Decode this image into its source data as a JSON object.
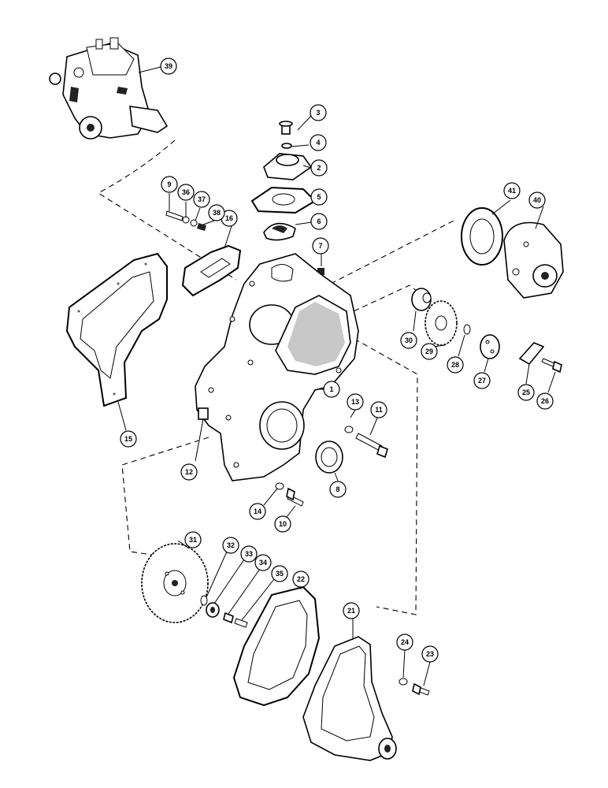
{
  "callouts": [
    {
      "id": "1",
      "label": "1"
    },
    {
      "id": "2",
      "label": "2"
    },
    {
      "id": "3",
      "label": "3"
    },
    {
      "id": "4",
      "label": "4"
    },
    {
      "id": "5",
      "label": "5"
    },
    {
      "id": "6",
      "label": "6"
    },
    {
      "id": "7",
      "label": "7"
    },
    {
      "id": "8",
      "label": "8"
    },
    {
      "id": "9",
      "label": "9"
    },
    {
      "id": "10",
      "label": "10"
    },
    {
      "id": "11",
      "label": "11"
    },
    {
      "id": "12",
      "label": "12"
    },
    {
      "id": "13",
      "label": "13"
    },
    {
      "id": "14",
      "label": "14"
    },
    {
      "id": "15",
      "label": "15"
    },
    {
      "id": "16",
      "label": "16"
    },
    {
      "id": "21",
      "label": "21"
    },
    {
      "id": "22",
      "label": "22"
    },
    {
      "id": "23",
      "label": "23"
    },
    {
      "id": "24",
      "label": "24"
    },
    {
      "id": "25",
      "label": "25"
    },
    {
      "id": "26",
      "label": "26"
    },
    {
      "id": "27",
      "label": "27"
    },
    {
      "id": "28",
      "label": "28"
    },
    {
      "id": "29",
      "label": "29"
    },
    {
      "id": "30",
      "label": "30"
    },
    {
      "id": "31",
      "label": "31"
    },
    {
      "id": "32",
      "label": "32"
    },
    {
      "id": "33",
      "label": "33"
    },
    {
      "id": "34",
      "label": "34"
    },
    {
      "id": "35",
      "label": "35"
    },
    {
      "id": "36",
      "label": "36"
    },
    {
      "id": "37",
      "label": "37"
    },
    {
      "id": "38",
      "label": "38"
    },
    {
      "id": "39",
      "label": "39"
    },
    {
      "id": "40",
      "label": "40"
    },
    {
      "id": "41",
      "label": "41"
    }
  ],
  "colors": {
    "ink": "#000000",
    "paper": "#ffffff"
  }
}
